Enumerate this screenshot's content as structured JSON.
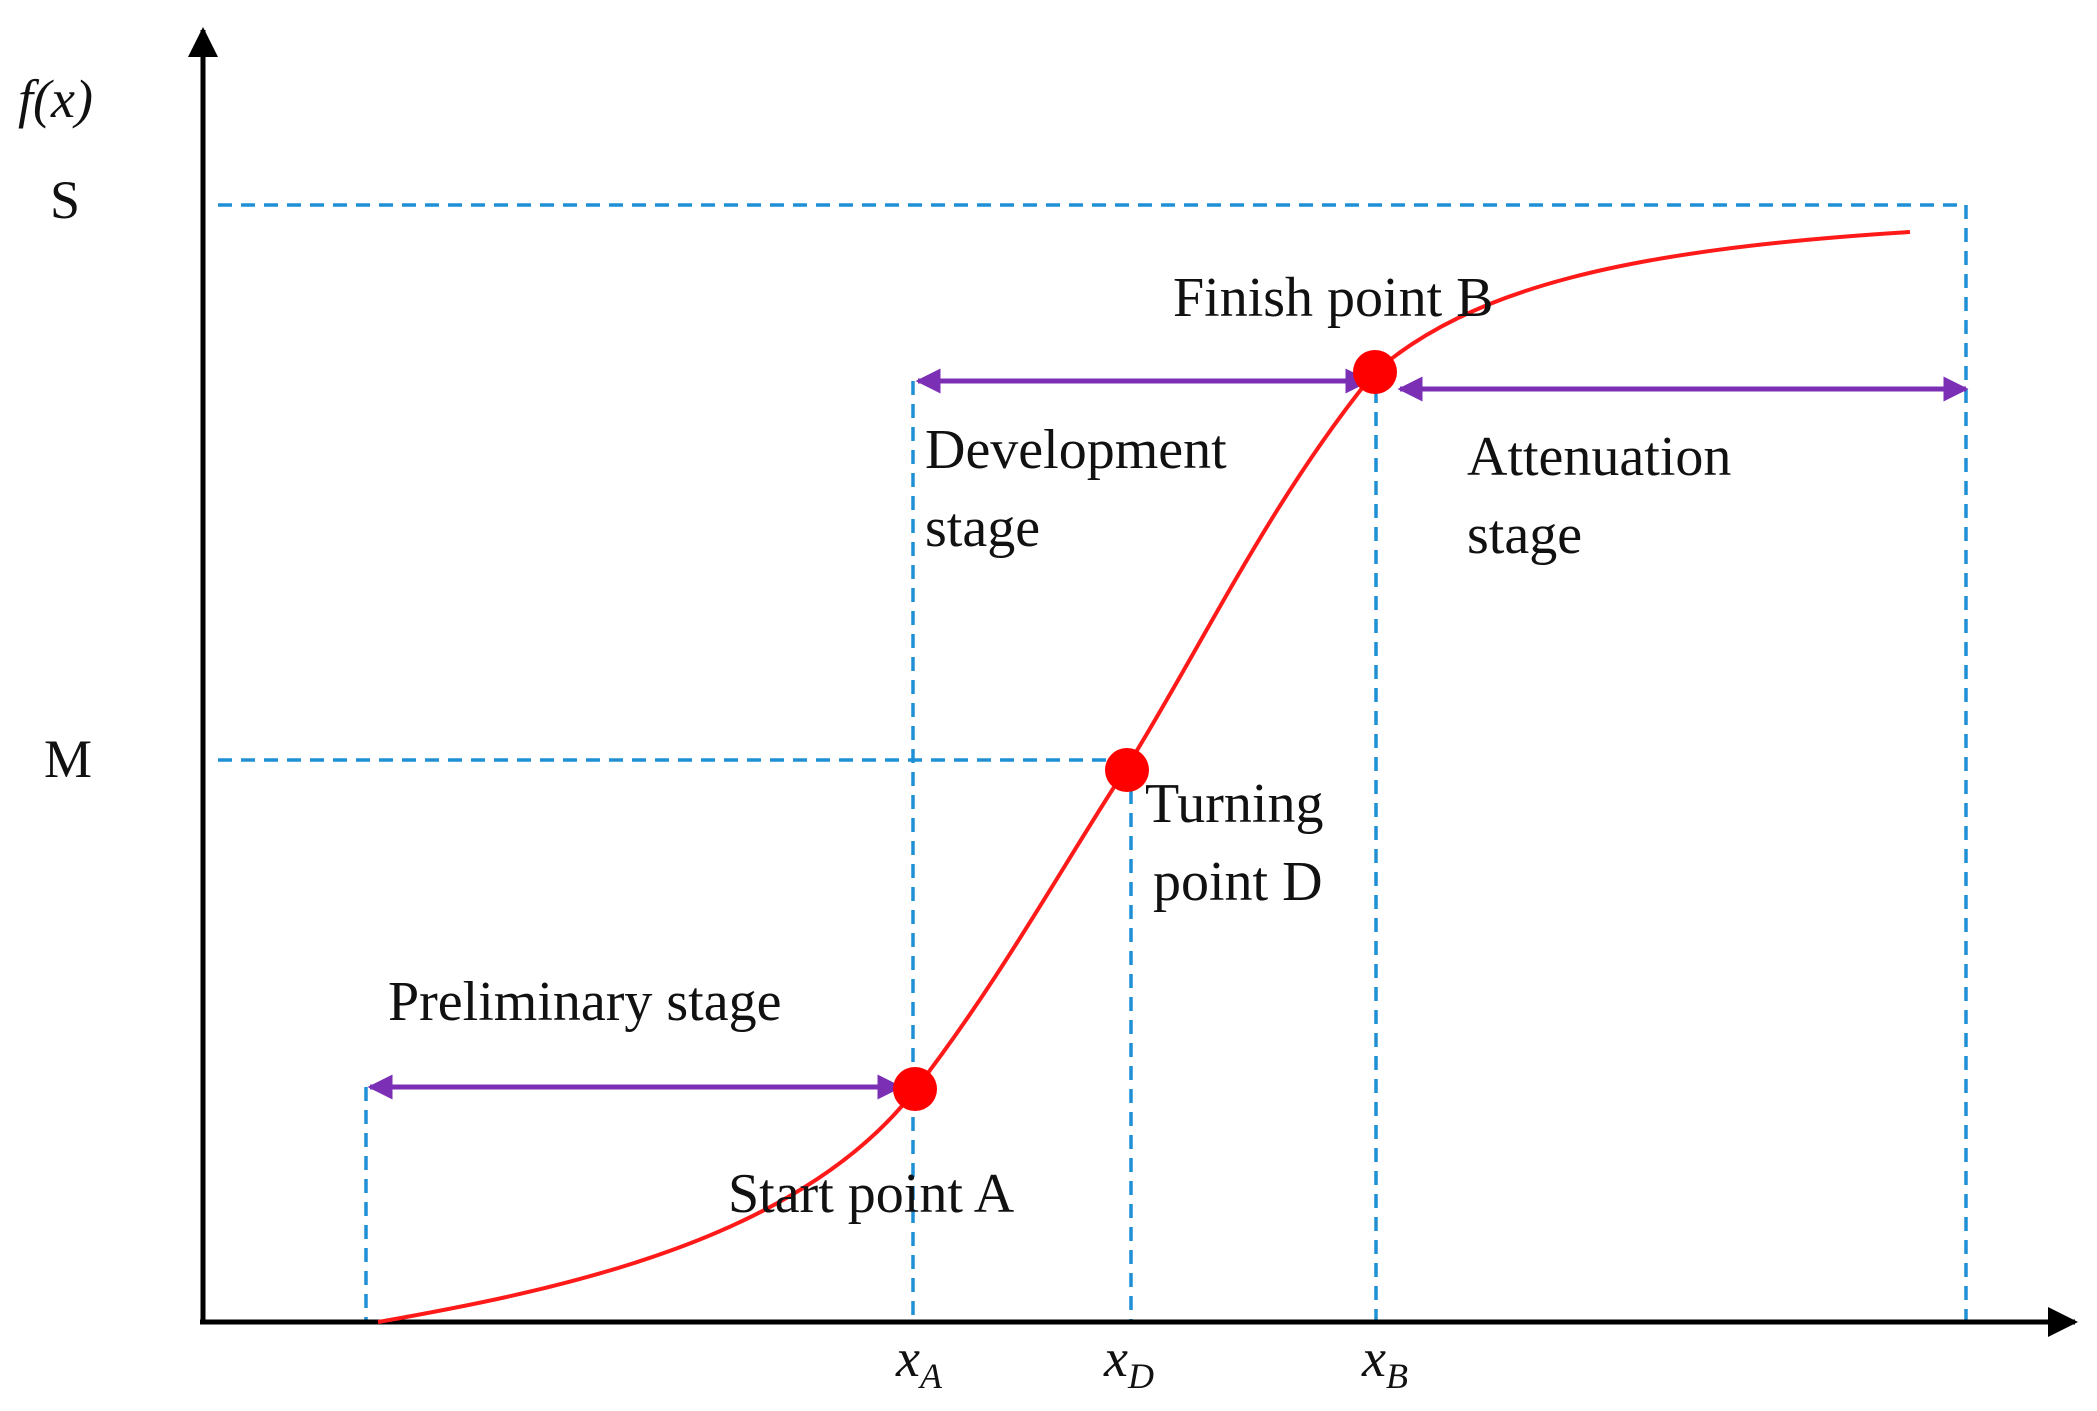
{
  "axes": {
    "y_label": "f(x)",
    "y_ticks": [
      {
        "label": "S",
        "name": "s"
      },
      {
        "label": "M",
        "name": "m"
      }
    ],
    "x_ticks": [
      {
        "main": "x",
        "sub": "A",
        "name": "xa"
      },
      {
        "main": "x",
        "sub": "D",
        "name": "xd"
      },
      {
        "main": "x",
        "sub": "B",
        "name": "xb"
      }
    ]
  },
  "points": [
    {
      "label": "Start point A",
      "name": "start-point-a"
    },
    {
      "label": "Turning point D",
      "name": "turning-point-d",
      "lines": [
        "Turning",
        "point D"
      ]
    },
    {
      "label": "Finish point B",
      "name": "finish-point-b"
    }
  ],
  "stages": [
    {
      "label": "Preliminary stage",
      "name": "preliminary-stage"
    },
    {
      "label": "Development stage",
      "name": "development-stage",
      "lines": [
        "Development",
        "stage"
      ]
    },
    {
      "label": "Attenuation stage",
      "name": "attenuation-stage",
      "lines": [
        "Attenuation",
        "stage"
      ]
    }
  ],
  "colors": {
    "curve": "#ff1a1a",
    "point": "#ff0000",
    "guide": "#1f8fd6",
    "stage_arrow": "#7a2fb5",
    "axis": "#000000"
  }
}
